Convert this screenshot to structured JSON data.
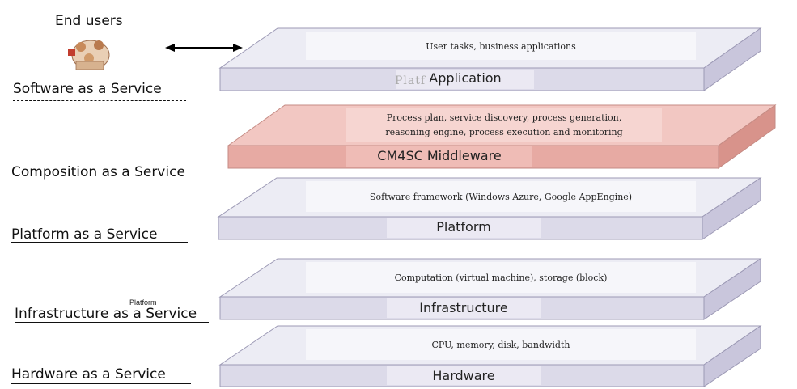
{
  "end_users_label": "End users",
  "ghost_text": "Platf",
  "stray_label": "Platform",
  "service_labels": [
    "Software as a Service",
    "Composition as a Service",
    "Platform as a Service",
    "Infrastructure as a Service",
    "Hardware as a Service"
  ],
  "layers": [
    {
      "name": "Application",
      "description_lines": [
        "User tasks, business applications"
      ]
    },
    {
      "name": "CM4SC  Middleware",
      "description_lines": [
        "Process plan, service discovery, process generation,",
        "reasoning engine, process execution and monitoring"
      ]
    },
    {
      "name": "Platform",
      "description_lines": [
        "Software framework (Windows Azure, Google AppEngine)"
      ]
    },
    {
      "name": "Infrastructure",
      "description_lines": [
        "Computation (virtual machine), storage (block)"
      ]
    },
    {
      "name": "Hardware",
      "description_lines": [
        "CPU, memory, disk, bandwidth"
      ]
    }
  ],
  "colors": {
    "slab_top": "#ececf4",
    "slab_front": "#dcdae9",
    "slab_side": "#c9c6dc",
    "middleware_top": "#f2c7c2",
    "middleware_front": "#e7aaa3",
    "middleware_side": "#d8938b",
    "label_box": "#f6f6fa"
  }
}
